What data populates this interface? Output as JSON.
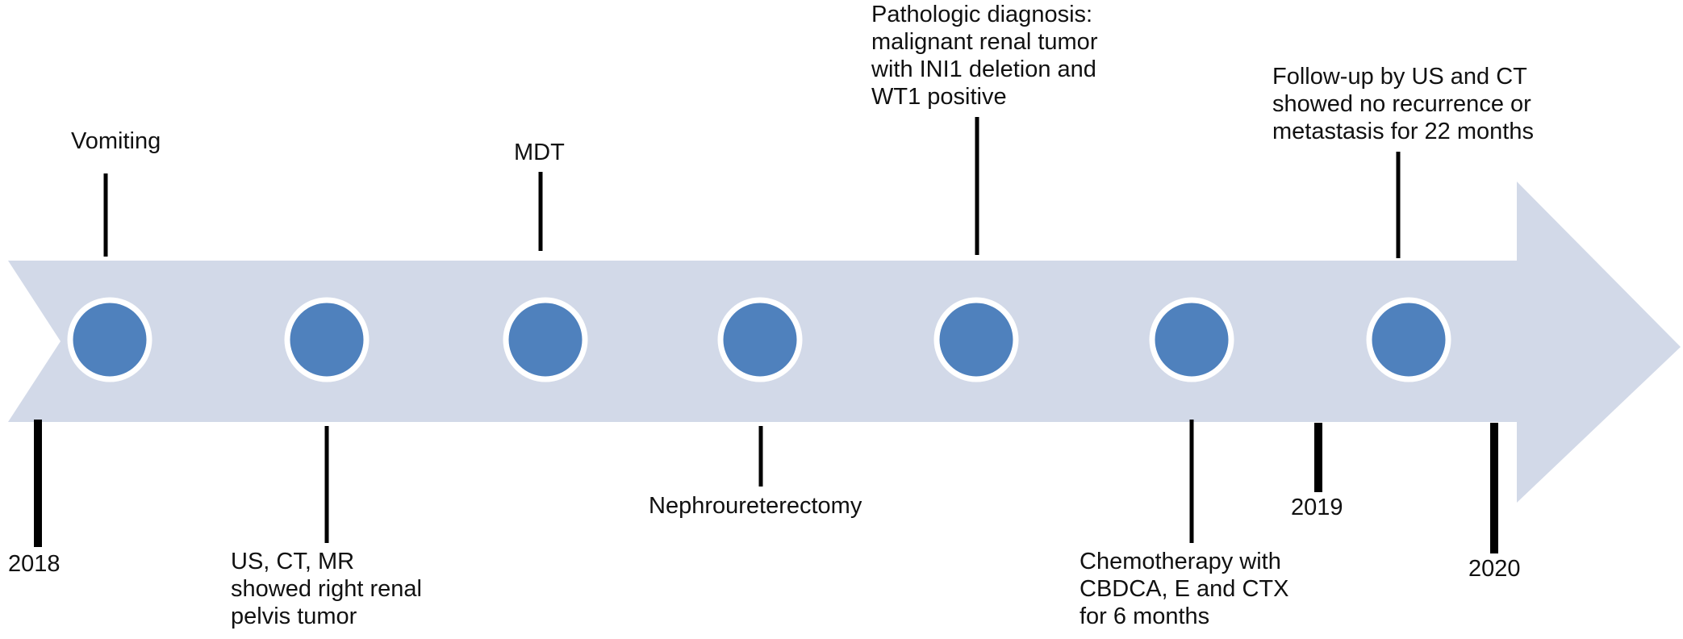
{
  "colors": {
    "arrow": "#d2d9e8",
    "node_fill": "#4f81bd",
    "node_ring": "#ffffff",
    "line": "#000000"
  },
  "years": {
    "y2018": "2018",
    "y2019": "2019",
    "y2020": "2020"
  },
  "events": {
    "vomiting": "Vomiting",
    "imaging": "US, CT, MR\nshowed right renal\npelvis tumor",
    "mdt": "MDT",
    "surgery": "Nephroureterectomy",
    "pathology": "Pathologic diagnosis:\nmalignant renal tumor\nwith INI1 deletion and\nWT1 positive",
    "chemotherapy": "Chemotherapy with\nCBDCA, E and CTX\nfor 6 months",
    "follow_up": "Follow-up by US and CT\nshowed no recurrence or\nmetastasis for 22 months"
  }
}
